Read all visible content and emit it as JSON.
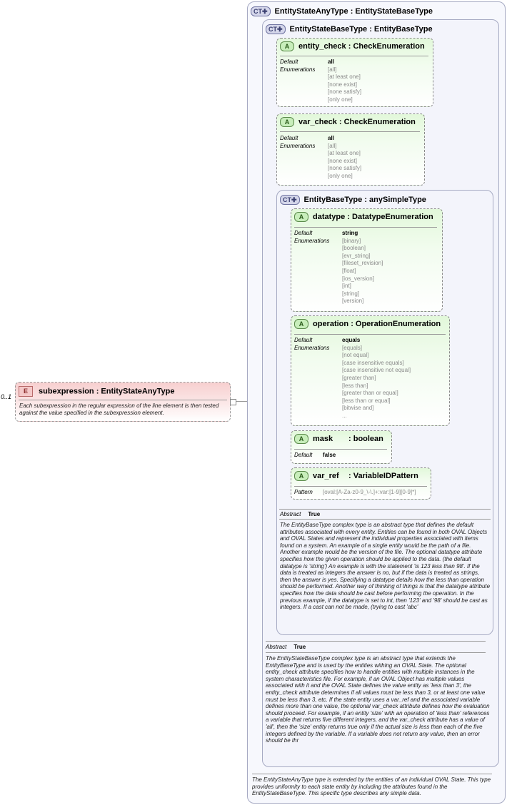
{
  "element": {
    "cardinality": "0..1",
    "badge": "E",
    "name": "subexpression",
    "type": ": EntityStateAnyType",
    "doc": "Each subexpression in the regular expression of the line element is then tested against the value specified in the subexpression element."
  },
  "ct_any": {
    "badge": "CT",
    "title": "EntityStateAnyType : EntityStateBaseType",
    "doc": "The EntityStateAnyType type is extended by the entities of an individual OVAL State. This type provides uniformity to each state entity by including the attributes found in the EntityStateBaseType. This specific type describes any simple data."
  },
  "ct_statebase": {
    "badge": "CT",
    "title": "EntityStateBaseType : EntityBaseType",
    "abstract_label": "Abstract",
    "abstract_value": "True",
    "doc": "The EntityStateBaseType complex type is an abstract type that extends the EntityBaseType and is used by the entities withing an OVAL State. The optional entity_check attribute specifies how to handle entities with multiple instances in the system characteristics file. For example, if an OVAL Object has multiple values associated with it and the OVAL State defines the value entity as 'less than 3', the entity_check attribute determines if all values must be less than 3, or at least one value must be less than 3, etc. If the state entity uses a var_ref and the associated variable defines more than one value, the optional var_check attribute defines how the evaluation should proceed. For example, if an entity 'size' with an operation of 'less than' references a variable that returns five different integers, and the var_check attribute has a value of 'all', then the 'size' entity returns true only if the actual size is less than each of the five integers defined by the variable. If a variable does not return any value, then an error should be thr"
  },
  "ct_entitybase": {
    "badge": "CT",
    "title": "EntityBaseType : anySimpleType",
    "abstract_label": "Abstract",
    "abstract_value": "True",
    "doc": "The EntityBaseType complex type is an abstract type that defines the default attributes associated with every entity. Entities can be found in both OVAL Objects and OVAL States and represent the individual properties associated with items found on a system. An example of a single entity would be the path of a file. Another example would be the version of the file. The optional datatype attribute specifies how the given operation should be applied to the data. (the default datatype is 'string') An example is with the statement 'is 123 less than 98'. If the data is treated as integers the answer is no, but if the data is treated as strings, then the answer is yes. Specifying a datatype details how the less than operation should be performed. Another way of thinking of things is that the datatype attribute specifies how the data should be cast before performing the operation. In the previous example, if the datatype is set to int, then '123' and '98' should be cast as integers. If a cast can not be made, (trying to cast 'abc'"
  },
  "attrs": {
    "entity_check": {
      "badge": "A",
      "name": "entity_check",
      "type": ": CheckEnumeration",
      "label_default": "Default",
      "label_enum": "Enumerations",
      "default": "all",
      "values": [
        "[all]",
        "[at least one]",
        "[none exist]",
        "[none satisfy]",
        "[only one]"
      ]
    },
    "var_check": {
      "badge": "A",
      "name": "var_check",
      "type": ": CheckEnumeration",
      "label_default": "Default",
      "label_enum": "Enumerations",
      "default": "all",
      "values": [
        "[all]",
        "[at least one]",
        "[none exist]",
        "[none satisfy]",
        "[only one]"
      ]
    },
    "datatype": {
      "badge": "A",
      "name": "datatype",
      "type": ": DatatypeEnumeration",
      "label_default": "Default",
      "label_enum": "Enumerations",
      "default": "string",
      "values": [
        "[binary]",
        "[boolean]",
        "[evr_string]",
        "[fileset_revision]",
        "[float]",
        "[ios_version]",
        "[int]",
        "[string]",
        "[version]"
      ]
    },
    "operation": {
      "badge": "A",
      "name": "operation",
      "type": ": OperationEnumeration",
      "label_default": "Default",
      "label_enum": "Enumerations",
      "default": "equals",
      "values": [
        "[equals]",
        "[not equal]",
        "[case insensitive equals]",
        "[case insensitive not equal]",
        "[greater than]",
        "[less than]",
        "[greater than or equal]",
        "[less than or equal]",
        "[bitwise and]",
        "..."
      ]
    },
    "mask": {
      "badge": "A",
      "name": "mask",
      "type": ": boolean",
      "label_default": "Default",
      "default": "false"
    },
    "var_ref": {
      "badge": "A",
      "name": "var_ref",
      "type": ": VariableIDPattern",
      "label_pattern": "Pattern",
      "pattern": "[oval:[A-Za-z0-9_\\-\\.]+:var:[1-9][0-9]*]"
    }
  }
}
